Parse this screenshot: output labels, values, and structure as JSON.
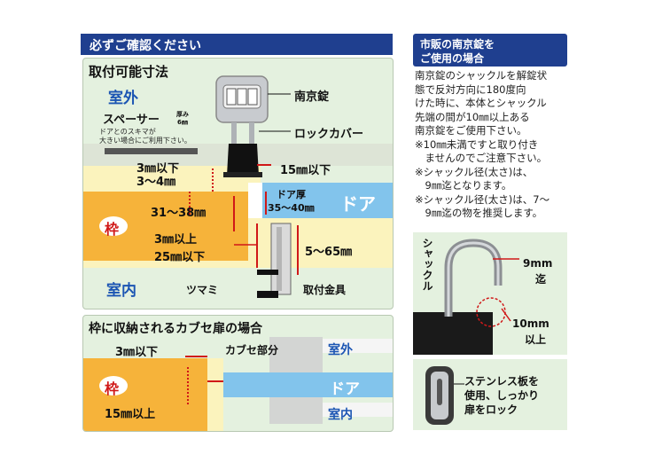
{
  "left_header": "必ずご確認ください",
  "section1": {
    "title": "取付可能寸法",
    "outdoor": "室外",
    "spacer": "スペーサー",
    "spacer_note_top": "厚み",
    "spacer_note_bottom": "6㎜",
    "spacer_desc": "ドアとのスキマが\n大きい場合にご利用下さい。",
    "padlock": "南京錠",
    "lock_cover": "ロックカバー",
    "dim_15_max": "15㎜以下",
    "dim_3_max": "3㎜以下",
    "dim_3_4": "3～4㎜",
    "door_thickness": "ドア厚",
    "door_thickness_val": "35～40㎜",
    "door": "ドア",
    "frame": "枠",
    "dim_31_38": "31～38㎜",
    "dim_3_min": "3㎜以上",
    "dim_25_max": "25㎜以下",
    "dim_5_65": "5～65㎜",
    "knob": "ツマミ",
    "mount_bracket": "取付金具",
    "indoor": "室内"
  },
  "section2": {
    "title": "枠に収納されるカブセ扉の場合",
    "dim_3_max": "3㎜以下",
    "cover_part": "カブセ部分",
    "outdoor": "室外",
    "door": "ドア",
    "frame": "枠",
    "dim_15_min": "15㎜以上",
    "indoor": "室内"
  },
  "right": {
    "header_line1": "市販の南京錠を",
    "header_line2": "ご使用の場合",
    "body": [
      "南京錠のシャックルを解錠状",
      "態で反対方向に180度向",
      "けた時に、本体とシャックル",
      "先端の間が10㎜以上ある",
      "南京錠をご使用下さい。"
    ],
    "notes": [
      "※10㎜未満ですと取り付き",
      "　ませんのでご注意下さい。",
      "※シャックル径(太さ)は、",
      "　9㎜迄となります。",
      "※シャックル径(太さ)は、7～",
      "　9㎜迄の物を推奨します。"
    ],
    "shackle_label": "シャックル",
    "dim_9": "9mm",
    "dim_9_suffix": "迄",
    "dim_10": "10mm",
    "dim_10_suffix": "以上",
    "stainless_line1": "ステンレス板を",
    "stainless_line2": "使用、しっかり",
    "stainless_line3": "扉をロック"
  },
  "colors": {
    "header_blue": "#1f3f8f",
    "panel_green": "#e4f1df",
    "frame_orange": "#f6b33a",
    "door_blue": "#82c4ec",
    "floor_yellow": "#fbf3bd",
    "accent_red": "#d01818"
  }
}
